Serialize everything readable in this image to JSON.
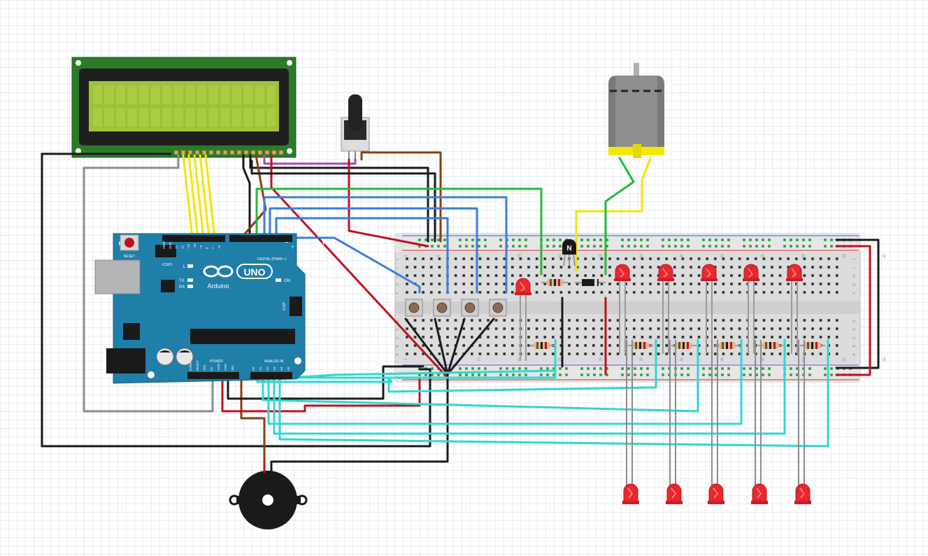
{
  "board": {
    "reset_label": "RESET",
    "icsp2_label": "ICSP2",
    "icsp_label": "ICSP",
    "l_label": "L",
    "tx_label": "TX",
    "rx_label": "RX",
    "on_label": "ON",
    "uno_label": "UNO",
    "brand_label": "Arduino",
    "digital_label": "DIGITAL (PWM=~)",
    "power_label": "POWER",
    "analog_label": "ANALOG IN",
    "top_pins": [
      "AREF",
      "GND",
      "13",
      "12",
      "~11",
      "~10",
      "~9",
      "8",
      "7",
      "~6",
      "~5",
      "4",
      "~3",
      "2",
      "TX▶1",
      "RX◀0"
    ],
    "power_pins": [
      "IOREF",
      "RESET",
      "3V3",
      "5V",
      "GND",
      "GND",
      "VIN"
    ],
    "analog_pins": [
      "A0",
      "A1",
      "A2",
      "A3",
      "A4",
      "A5"
    ]
  },
  "motor_driver": {
    "transistor_label": "N"
  },
  "breadboard": {
    "col_numbers": [
      "1",
      "5",
      "10",
      "15",
      "20",
      "25",
      "30",
      "35",
      "40",
      "45",
      "50",
      "55",
      "60"
    ],
    "row_letters_top": [
      "J",
      "I",
      "H",
      "G",
      "F"
    ],
    "row_letters_bottom": [
      "E",
      "D",
      "C",
      "B",
      "A"
    ]
  },
  "colors": {
    "wire_black": "#1a1a1a",
    "wire_red": "#c0111f",
    "wire_blue": "#3a7fd5",
    "wire_cyan": "#33d6d0",
    "wire_green": "#27b83a",
    "wire_yellow": "#f5e400",
    "wire_brown": "#8b3c12",
    "wire_purple": "#a24ea8",
    "wire_grey": "#8c8c8c",
    "board_blue": "#1f7fa8",
    "lcd_green": "#9fc33a",
    "lcd_bezel": "#2a7a2a",
    "led_red": "#e8282e"
  }
}
